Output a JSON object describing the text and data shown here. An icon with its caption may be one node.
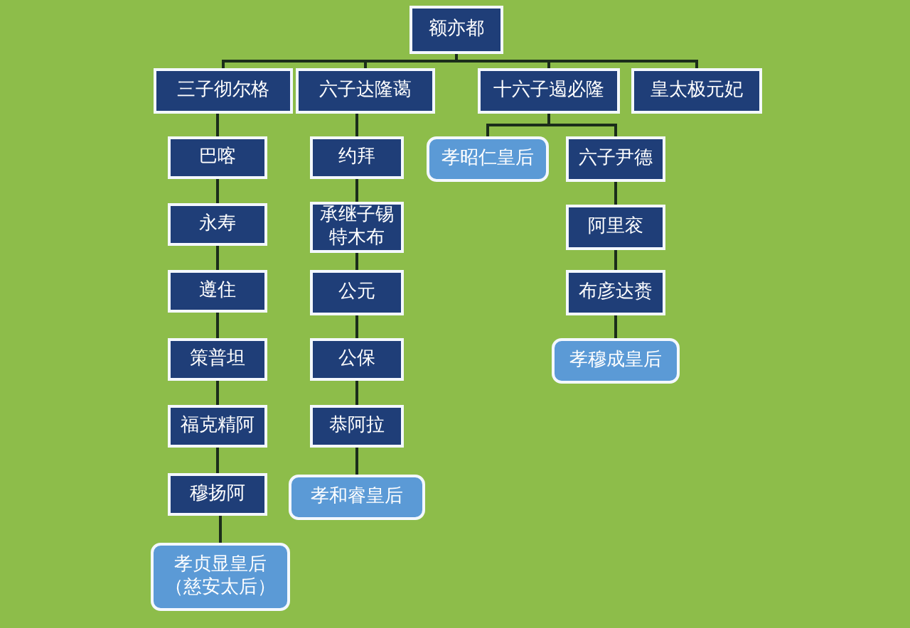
{
  "diagram": {
    "nodes": [
      {
        "text": [
          "额亦都"
        ]
      },
      {
        "text": [
          "三子彻尔格"
        ]
      },
      {
        "text": [
          "六子达隆蔼"
        ]
      },
      {
        "text": [
          "十六子遏必隆"
        ]
      },
      {
        "text": [
          "皇太极元妃"
        ]
      },
      {
        "text": [
          "巴喀"
        ]
      },
      {
        "text": [
          "约拜"
        ]
      },
      {
        "text": [
          "孝昭仁皇后"
        ]
      },
      {
        "text": [
          "六子尹德"
        ]
      },
      {
        "text": [
          "永寿"
        ]
      },
      {
        "text": [
          "承继子锡特木布"
        ]
      },
      {
        "text": [
          "阿里衮"
        ]
      },
      {
        "text": [
          "遵住"
        ]
      },
      {
        "text": [
          "公元"
        ]
      },
      {
        "text": [
          "布彦达赉"
        ]
      },
      {
        "text": [
          "策普坦"
        ]
      },
      {
        "text": [
          "公保"
        ]
      },
      {
        "text": [
          "孝穆成皇后"
        ]
      },
      {
        "text": [
          "福克精阿"
        ]
      },
      {
        "text": [
          "恭阿拉"
        ]
      },
      {
        "text": [
          "穆扬阿"
        ]
      },
      {
        "text": [
          "孝和睿皇后"
        ]
      },
      {
        "text": [
          "孝贞显皇后（慈安太后）"
        ]
      }
    ],
    "edges": [
      {
        "from": 0,
        "to": 1,
        "arrow": "none"
      },
      {
        "from": 0,
        "to": 2,
        "arrow": "none"
      },
      {
        "from": 0,
        "to": 3,
        "arrow": "none"
      },
      {
        "from": 0,
        "to": 4,
        "arrow": "none"
      },
      {
        "from": 1,
        "to": 5,
        "arrow": "none"
      },
      {
        "from": 5,
        "to": 9,
        "arrow": "none"
      },
      {
        "from": 9,
        "to": 12,
        "arrow": "none"
      },
      {
        "from": 12,
        "to": 15,
        "arrow": "none"
      },
      {
        "from": 15,
        "to": 18,
        "arrow": "none"
      },
      {
        "from": 18,
        "to": 20,
        "arrow": "none"
      },
      {
        "from": 20,
        "to": 22,
        "arrow": "none"
      },
      {
        "from": 2,
        "to": 6,
        "arrow": "none"
      },
      {
        "from": 6,
        "to": 10,
        "arrow": "none"
      },
      {
        "from": 10,
        "to": 13,
        "arrow": "none"
      },
      {
        "from": 13,
        "to": 16,
        "arrow": "none"
      },
      {
        "from": 16,
        "to": 19,
        "arrow": "none"
      },
      {
        "from": 19,
        "to": 21,
        "arrow": "none"
      },
      {
        "from": 3,
        "to": 7,
        "arrow": "none"
      },
      {
        "from": 3,
        "to": 8,
        "arrow": "none"
      },
      {
        "from": 8,
        "to": 11,
        "arrow": "none"
      },
      {
        "from": 11,
        "to": 14,
        "arrow": "none"
      },
      {
        "from": 14,
        "to": 17,
        "arrow": "none"
      }
    ]
  }
}
